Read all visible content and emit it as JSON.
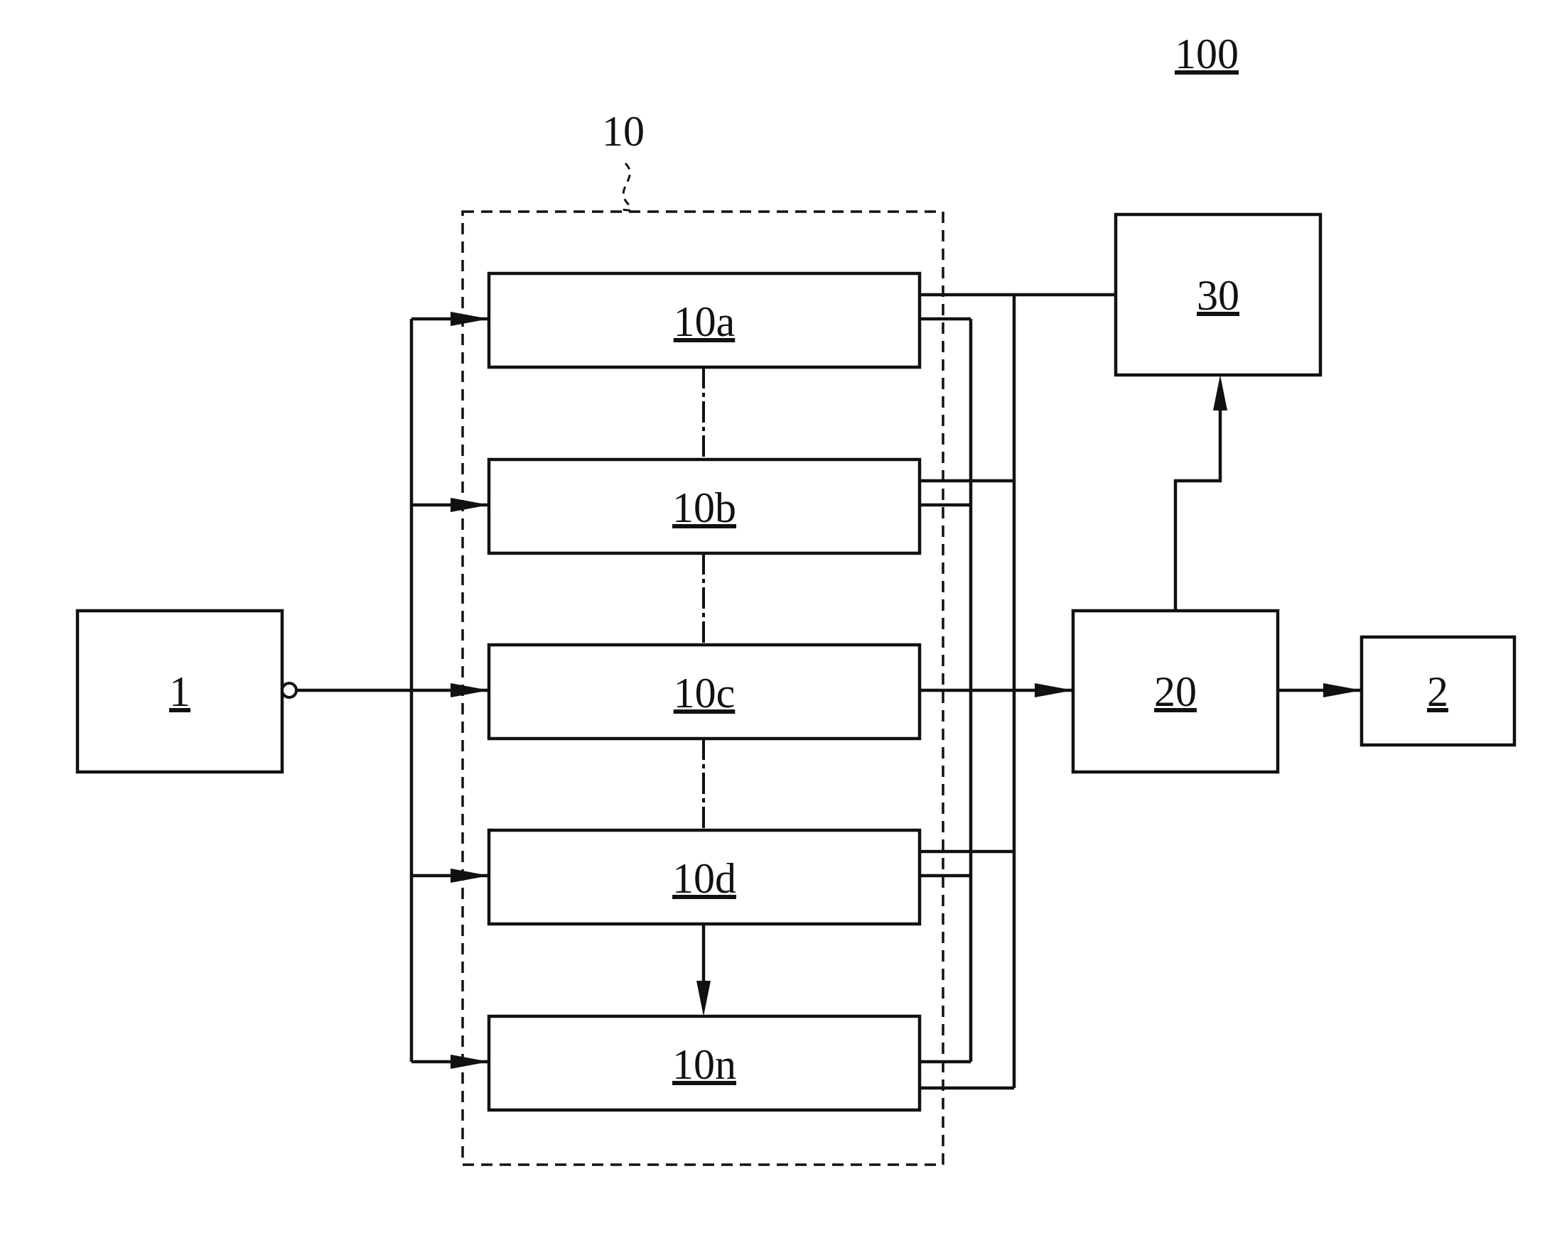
{
  "figure": {
    "system_label": "100",
    "group_label": "10",
    "blocks": {
      "source": "1",
      "sub_a": "10a",
      "sub_b": "10b",
      "sub_c": "10c",
      "sub_d": "10d",
      "sub_n": "10n",
      "processor": "20",
      "controller": "30",
      "output": "2"
    }
  }
}
